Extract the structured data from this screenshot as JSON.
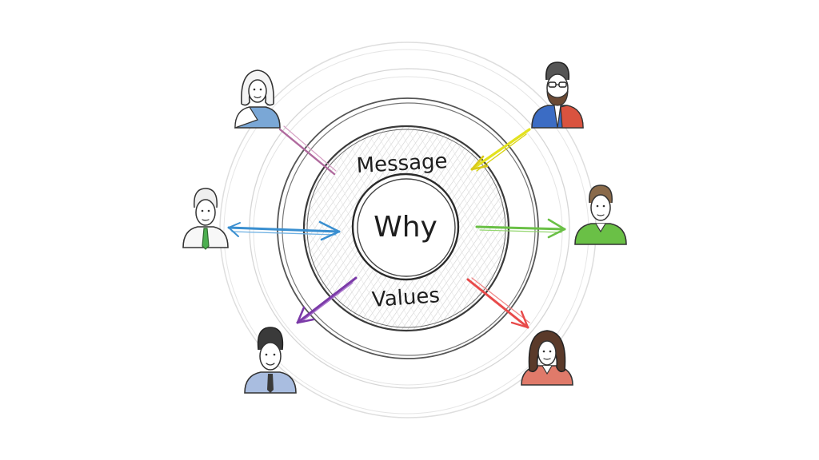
{
  "diagram": {
    "center_label": "Why",
    "ring_label_top": "Message",
    "ring_label_bottom": "Values"
  },
  "people": [
    {
      "id": "woman-top-left",
      "shirt": "#7aa7d6",
      "arrow_color": "#b06a9e",
      "arrow_direction": "inward"
    },
    {
      "id": "man-bearded-top-right",
      "shirt_left": "#3b6cc4",
      "shirt_right": "#d9533f",
      "arrow_color": "#e3e21f",
      "arrow_direction": "inward"
    },
    {
      "id": "man-green-tie-left",
      "tie": "#4caf50",
      "arrow_color": "#3a8fd0",
      "arrow_direction": "inward"
    },
    {
      "id": "man-green-shirt-right",
      "shirt": "#6ac046",
      "arrow_color": "#6ac046",
      "arrow_direction": "outward"
    },
    {
      "id": "man-bottom-left",
      "shirt": "#a9bde0",
      "arrow_color": "#7b3aa8",
      "arrow_direction": "outward"
    },
    {
      "id": "woman-bottom-right",
      "shirt": "#e07a6a",
      "arrow_color": "#e84a4a",
      "arrow_direction": "outward"
    }
  ],
  "colors": {
    "ink": "#2b2b2b",
    "pencil": "#9a9a9a",
    "hatch": "#d8d8d8"
  }
}
